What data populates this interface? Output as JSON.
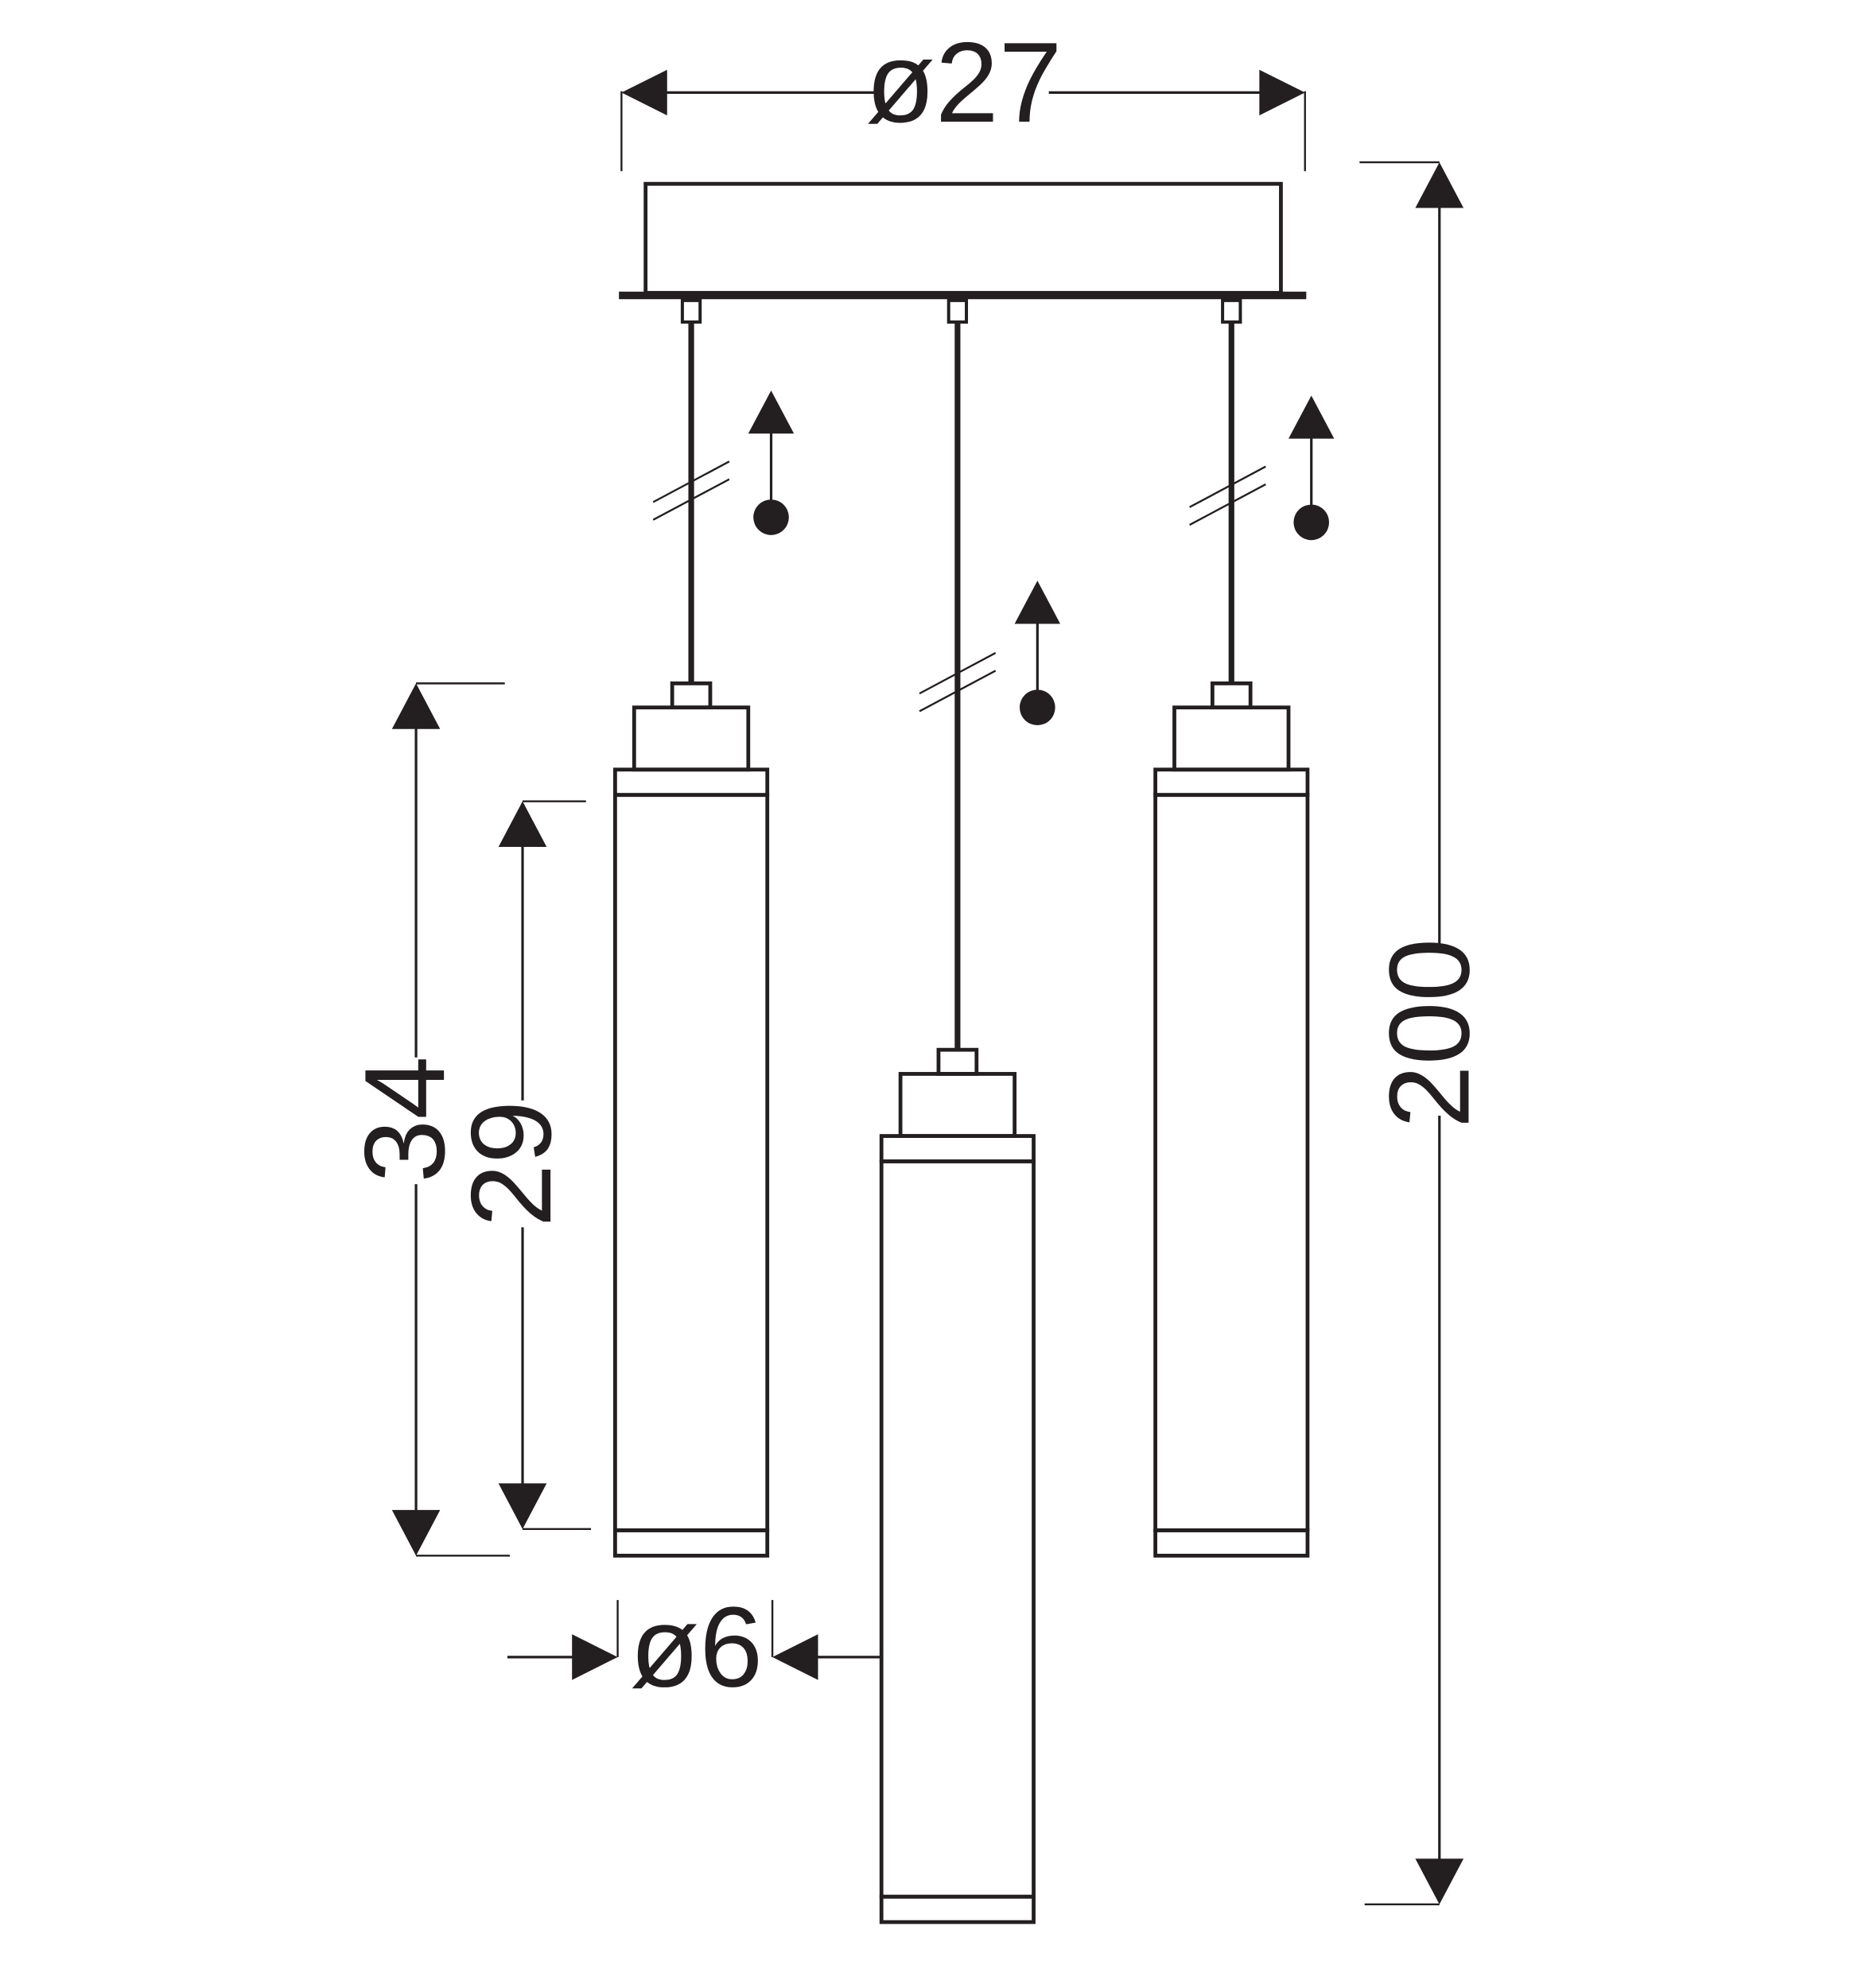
{
  "diagram": {
    "canopy_diameter_label": "ø27",
    "shade_diameter_label": "ø6",
    "total_height_label": "200",
    "pendant_height_label": "34",
    "shade_height_label": "29"
  },
  "icons": {
    "height_adjust": "adjustable-cable-icon",
    "cable_break": "cable-break-icon"
  },
  "colors": {
    "line": "#231f20",
    "background": "#ffffff"
  }
}
